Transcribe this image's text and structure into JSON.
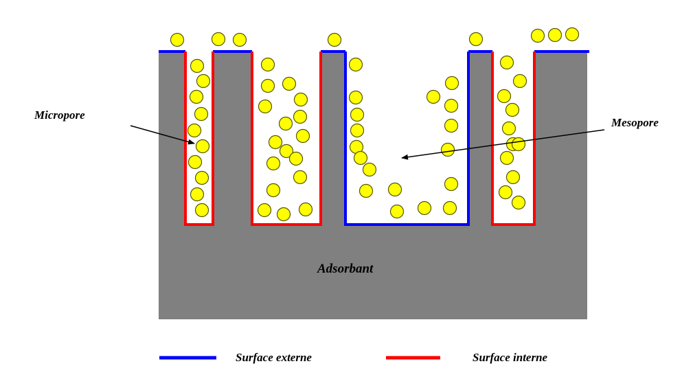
{
  "diagram": {
    "labels": {
      "micropore": "Micropore",
      "mesopore": "Mesopore",
      "adsorbant": "Adsorbant"
    },
    "legend": {
      "external": "Surface externe",
      "internal": "Surface interne"
    },
    "colors": {
      "substrate": "#808080",
      "external_surface": "#0000ff",
      "internal_surface": "#ff0000",
      "molecule_fill": "#ffff00",
      "molecule_stroke": "#555500",
      "background": "#ffffff"
    }
  }
}
